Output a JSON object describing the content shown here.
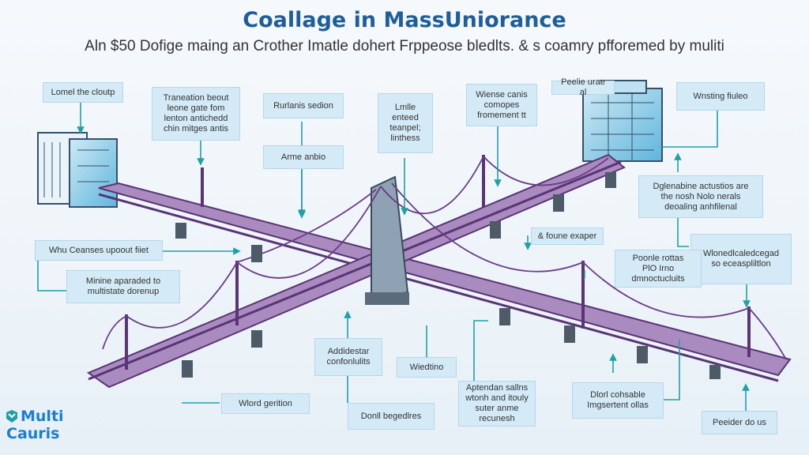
{
  "title": "Coallage in MassUniorance",
  "subtitle": "Aln $50 Dofige maing an Crother Imatle dohert Frppeose bledlts. & s coamry pfforemed by muliti",
  "labels": [
    {
      "text": "Lomel the cloutp"
    },
    {
      "text": "Traneation beout\nleone gate fom\nlenton antichedd\nchin mitges antis"
    },
    {
      "text": "Rurlanis sedion"
    },
    {
      "text": "Lmlle\nenteed\nteanpel;\nlinthess"
    },
    {
      "text": "Wiense canis\ncomopes\nfromement tt"
    },
    {
      "text": "Peelie urae al"
    },
    {
      "text": "Wnsting fiuleo"
    },
    {
      "text": "Arme anbio"
    },
    {
      "text": "Dglenabine actustios are\nthe nosh Nolo nerals\ndeoaling anhfilenal"
    },
    {
      "text": "& foune exaper"
    },
    {
      "text": "Whu Ceanses upoout fiiet"
    },
    {
      "text": "Wlonedlcaledcegad\nso eceaspliltlon"
    },
    {
      "text": "Poonle rottas\nPlO Irno dmnoctucluits"
    },
    {
      "text": "Minine aparaded to\nmultistate dorenup"
    },
    {
      "text": "Addidestar\nconfonlulits"
    },
    {
      "text": "Wiedtino"
    },
    {
      "text": "Aptendan sallns\nwtonh and itouly\nsuter anme\nrecunesh"
    },
    {
      "text": "Dlorl cohsable\nImgsertent ollas"
    },
    {
      "text": "Wlord gerition"
    },
    {
      "text": "Donll begedlres"
    },
    {
      "text": "Peeider do us"
    }
  ],
  "logo": {
    "line1": "Multi",
    "line2": "Cauris"
  },
  "colors": {
    "deck": "#7a4c95",
    "cable": "#6b3d88",
    "box": "#d4ebf7",
    "accent": "#1fa0a8",
    "title": "#1f5e9c"
  }
}
